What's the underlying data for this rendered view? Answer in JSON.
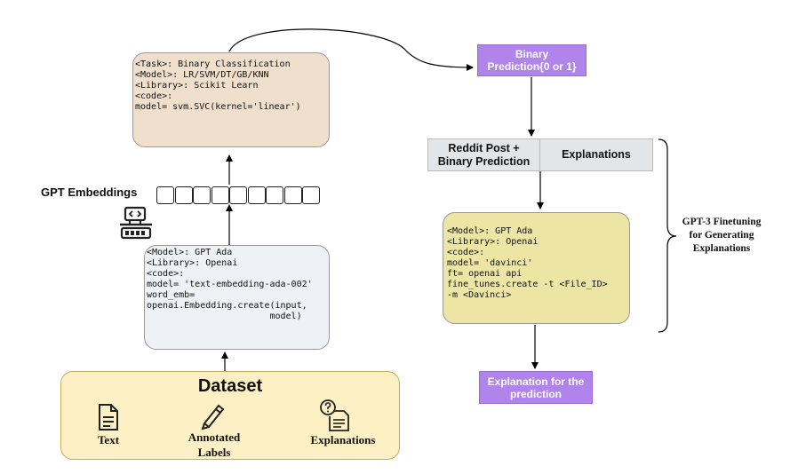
{
  "classifier_box": {
    "lines": [
      "<Task>: Binary Classification",
      "<Model>: LR/SVM/DT/GB/KNN",
      "<Library>: Scikit Learn",
      "<code>:",
      "model= svm.SVC(kernel='linear')"
    ]
  },
  "embedding_box": {
    "lines": [
      "<Model>: GPT Ada",
      "<Library>: Openai",
      "<code>:",
      "model= 'text-embedding-ada-002'",
      "word_emb=",
      "openai.Embedding.create(input,",
      "                       model)"
    ]
  },
  "gpt_embeddings_label": "GPT Embeddings",
  "dataset": {
    "title": "Dataset",
    "items": [
      {
        "label": "Text",
        "icon": "document-icon"
      },
      {
        "label": "Annotated Labels",
        "icon": "pencil-icon"
      },
      {
        "label": "Explanations",
        "icon": "question-document-icon"
      }
    ]
  },
  "binary_prediction": "Binary Prediction{0 or 1}",
  "input_bar": {
    "left": "Reddit Post + Binary Prediction",
    "right": "Explanations"
  },
  "finetune_box": {
    "lines": [
      "<Model>: GPT Ada",
      "<Library>: Openai",
      "<code>:",
      "model= 'davinci'",
      "ft= openai api",
      "fine_tunes.create -t <File_ID>",
      "-m <Davinci>"
    ]
  },
  "explanation_output": "Explanation for the prediction",
  "brace_label": "GPT-3 Finetuning for Generating Explanations",
  "colors": {
    "tan": "#f0dfcc",
    "light": "#eef1f6",
    "yellow": "#ece5a4",
    "dataset": "#fdf0c4",
    "purple": "#b184eb"
  }
}
